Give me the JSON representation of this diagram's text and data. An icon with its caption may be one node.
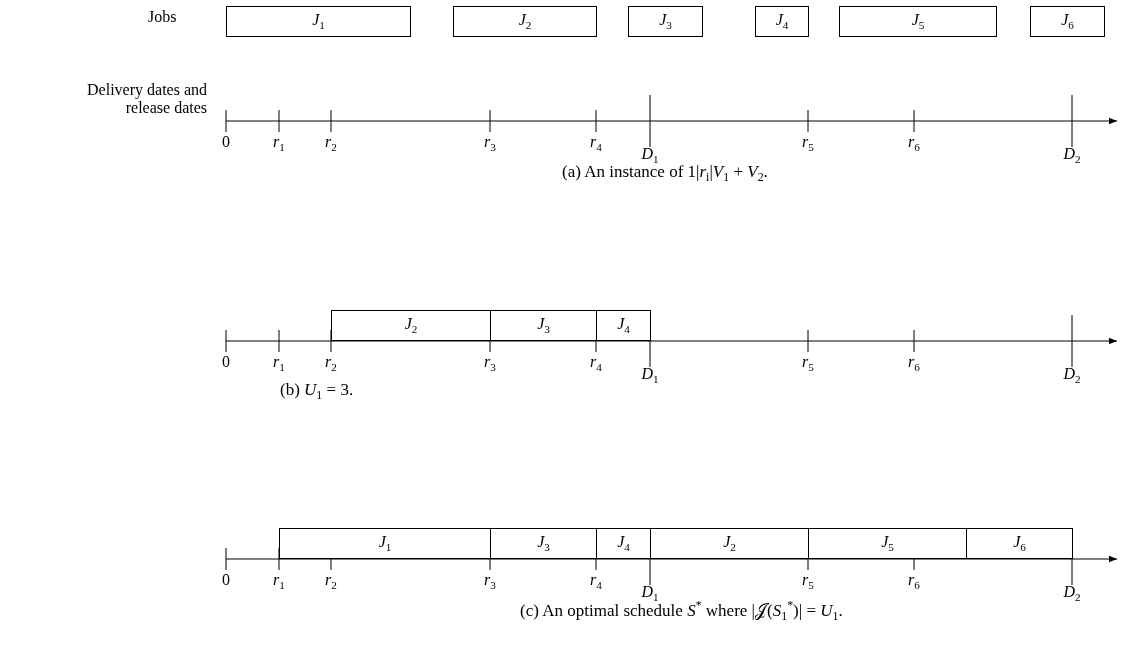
{
  "diagram": {
    "nodes": [
      {
        "text": [
          "*J*$_{1}$"
        ]
      },
      {
        "text": [
          "*J*$_{2}$"
        ]
      },
      {
        "text": [
          "*J*$_{3}$"
        ]
      },
      {
        "text": [
          "*J*$_{4}$"
        ]
      },
      {
        "text": [
          "*J*$_{5}$"
        ]
      },
      {
        "text": [
          "*J*$_{6}$"
        ]
      },
      {
        "text": [
          "*J*$_{2}$"
        ]
      },
      {
        "text": [
          "*J*$_{3}$"
        ]
      },
      {
        "text": [
          "*J*$_{4}$"
        ]
      },
      {
        "text": [
          "*J*$_{1}$"
        ]
      },
      {
        "text": [
          "*J*$_{3}$"
        ]
      },
      {
        "text": [
          "*J*$_{4}$"
        ]
      },
      {
        "text": [
          "*J*$_{2}$"
        ]
      },
      {
        "text": [
          "*J*$_{5}$"
        ]
      },
      {
        "text": [
          "*J*$_{6}$"
        ]
      }
    ],
    "edges": [],
    "labels": [
      "Jobs",
      "Delivery dates and release dates",
      "0",
      "*r*$_{1}$",
      "*r*$_{2}$",
      "*r*$_{3}$",
      "*r*$_{4}$",
      "*D*$_{1}$",
      "*r*$_{5}$",
      "*r*$_{6}$",
      "*D*$_{2}$",
      "(a) An instance of 1|*r*$_{i}$|*V*$_{1}$ + *V*$_{2}$.",
      "0",
      "*r*$_{1}$",
      "*r*$_{2}$",
      "*r*$_{3}$",
      "*r*$_{4}$",
      "*D*$_{1}$",
      "*r*$_{5}$",
      "*r*$_{6}$",
      "*D*$_{2}$",
      "(b) *U*$_{1}$ = 3.",
      "0",
      "*r*$_{1}$",
      "*r*$_{2}$",
      "*r*$_{3}$",
      "*r*$_{4}$",
      "*D*$_{1}$",
      "*r*$_{5}$",
      "*r*$_{6}$",
      "*D*$_{2}$",
      "(c) An optimal schedule *S*$^{*}$ where |𝒥(*S*$_{1}$$^{*}$)| = *U*$_{1}$."
    ]
  }
}
